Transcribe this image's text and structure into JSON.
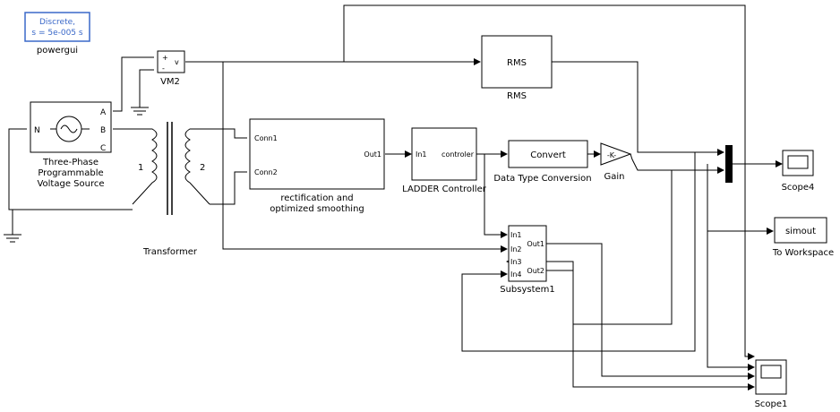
{
  "diagram": {
    "powergui": {
      "line1": "Discrete,",
      "line2": "s = 5e-005 s",
      "label": "powergui"
    },
    "vm2": {
      "label": "VM2",
      "port_plus": "+",
      "port_minus": "-",
      "port_out": "v"
    },
    "source": {
      "label_line1": "Three-Phase",
      "label_line2": "Programmable",
      "label_line3": "Voltage Source",
      "port_n": "N",
      "port_a": "A",
      "port_b": "B",
      "port_c": "C"
    },
    "transformer": {
      "label": "Transformer",
      "winding1": "1",
      "winding2": "2"
    },
    "rectifier": {
      "label_line1": "rectification and",
      "label_line2": "optimized smoothing",
      "port_conn1": "Conn1",
      "port_conn2": "Conn2",
      "port_out1": "Out1"
    },
    "ladder": {
      "label": "LADDER Controller",
      "port_in": "In1",
      "port_out": "controler"
    },
    "rms": {
      "text": "RMS",
      "label": "RMS"
    },
    "convert": {
      "text": "Convert",
      "label": "Data Type Conversion"
    },
    "gain": {
      "text": "-K-",
      "label": "Gain"
    },
    "subsystem": {
      "label": "Subsystem1",
      "in1": "In1",
      "in2": "In2",
      "in3": "In3",
      "in4": "In4",
      "out1": "Out1",
      "out2": "Out2"
    },
    "scope4": {
      "label": "Scope4"
    },
    "simout": {
      "text": "simout",
      "label": "To Workspace"
    },
    "scope1": {
      "label": "Scope1"
    }
  }
}
